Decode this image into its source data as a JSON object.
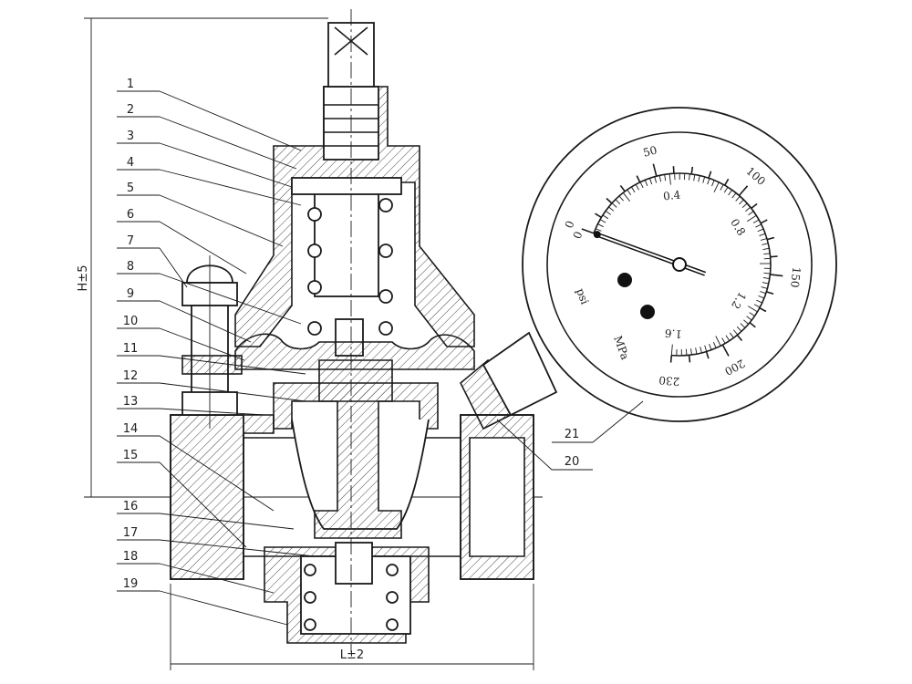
{
  "title": "Pressure reducing valve with gauge - sectional drawing",
  "part_numbers": [
    "1",
    "2",
    "3",
    "4",
    "5",
    "6",
    "7",
    "8",
    "9",
    "10",
    "11",
    "12",
    "13",
    "14",
    "15",
    "16",
    "17",
    "18",
    "19",
    "20",
    "21"
  ],
  "dimensions": {
    "height": "H±5",
    "length": "L±2"
  },
  "gauge": {
    "psi_label": "psi",
    "mpa_label": "MPa",
    "psi_ticks": [
      "0",
      "50",
      "100",
      "150",
      "200",
      "230"
    ],
    "mpa_ticks": [
      "0.4",
      "0.8",
      "1.2",
      "1.6"
    ],
    "needle_value_mpa": 0
  }
}
